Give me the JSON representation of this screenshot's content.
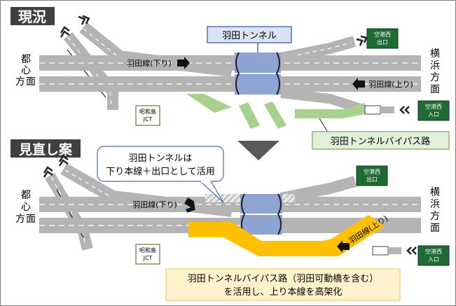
{
  "current": {
    "section_title": "現況",
    "tunnel_label": "羽田トンネル",
    "dir_left": [
      "都",
      "心",
      "方",
      "面"
    ],
    "dir_right": [
      "横",
      "浜",
      "方",
      "面"
    ],
    "haneda_down": "羽田線(下り)",
    "haneda_up": "羽田線(上り)",
    "exit_sign": [
      "空港西",
      "出口"
    ],
    "entrance_sign": [
      "空港西",
      "入口"
    ],
    "jct_label": [
      "昭和島",
      "JCT"
    ],
    "bypass_label": "羽田トンネルバイパス路"
  },
  "revised": {
    "section_title": "見直し案",
    "callout": [
      "羽田トンネルは",
      "下り本線＋出口として活用"
    ],
    "dir_left": [
      "都",
      "心",
      "方",
      "面"
    ],
    "dir_right": [
      "横",
      "浜",
      "方",
      "面"
    ],
    "haneda_down": "羽田線(下り)",
    "haneda_up": "羽田線(上り)",
    "exit_sign": [
      "空港西",
      "出口"
    ],
    "entrance_sign": [
      "空港西",
      "入口"
    ],
    "jct_label": [
      "昭和島",
      "JCT"
    ],
    "summary": [
      "羽田トンネルバイパス路（羽田可動橋を含む）",
      "を活用し、上り本線を高架化"
    ]
  },
  "colors": {
    "road": "#b4b4b4",
    "lane_line": "#ffffff",
    "tunnel": "#8ea4d2",
    "bypass_current": "#a9d18e",
    "bypass_revised": "#ffc000",
    "sign_green": "#1e6b34",
    "title_bg": "#404040",
    "callout_border": "#4a6fa5",
    "summary_bg": "#fff2cc",
    "bypass_box_bg": "#e2f0d9"
  }
}
